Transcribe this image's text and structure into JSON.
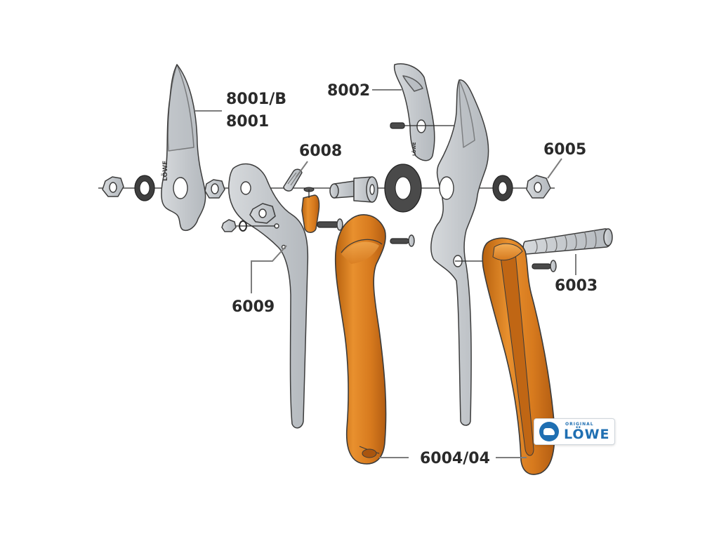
{
  "part_labels": {
    "blade_1": "8001/B",
    "blade_2": "8001",
    "anvil": "8002",
    "pin": "6008",
    "nut": "6005",
    "spring": "6003",
    "lever": "6009",
    "grips": "6004/04"
  },
  "blade_engraving": "LÖWE",
  "logo": {
    "tagline": "ORIGINAL",
    "brand": "LÖWE",
    "color": "#1f6fb2"
  },
  "colors": {
    "steel": "#c9cdd1",
    "grip_orange": "#e08a2c",
    "outline": "#3c3c3c",
    "label": "#2a2a2a"
  }
}
